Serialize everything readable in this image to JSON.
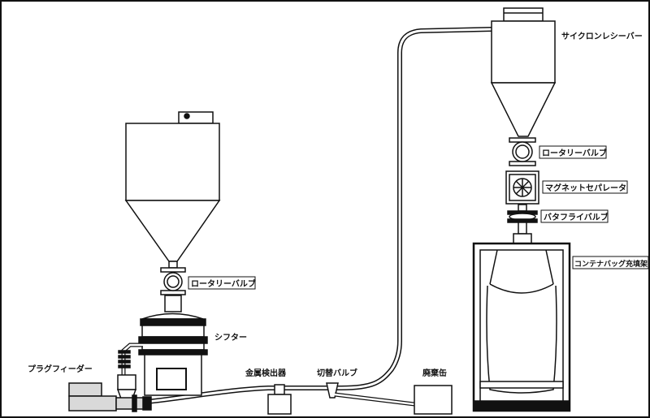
{
  "labels": {
    "cyclone_receiver": "サイクロンレシーバー",
    "rotary_valve_right": "ロータリーバルブ",
    "magnet_separator": "マグネットセパレータ",
    "butterfly_valve": "バタフライバルブ",
    "container_bag_stand": "コンテナバッグ充填架台",
    "rotary_valve_left": "ロータリーバルブ",
    "sifter": "シフター",
    "plug_feeder": "プラグフィーダー",
    "metal_detector": "金属検出器",
    "switching_valve": "切替バルブ",
    "waste_container": "廃棄缶"
  },
  "colors": {
    "line": "#111111",
    "fill": "#ffffff",
    "equipment_gray": "#d9d9d9",
    "background": "#ffffff"
  }
}
